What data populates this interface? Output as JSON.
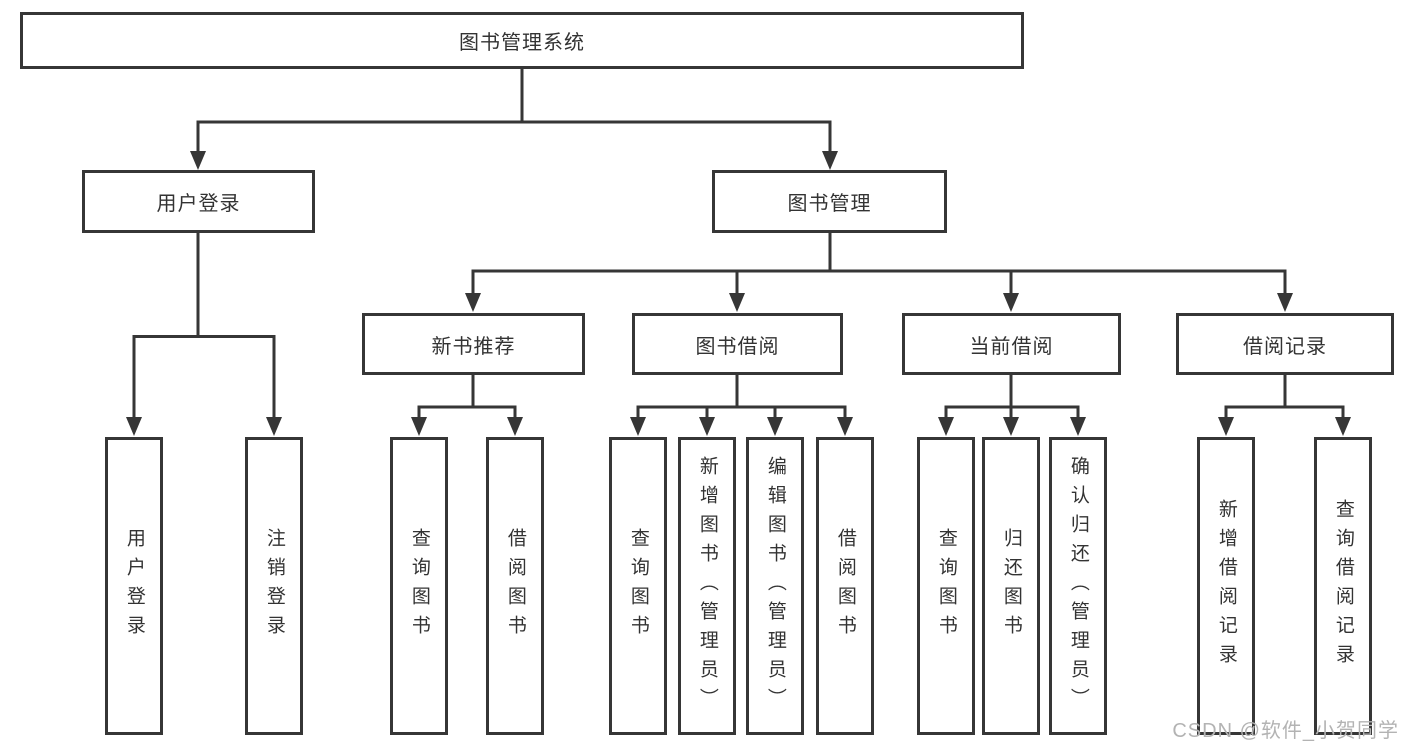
{
  "theme": {
    "line_color": "#363636",
    "text_color": "#333333",
    "watermark_color": "#b3b3b3",
    "background": "#ffffff"
  },
  "watermark": {
    "text": "CSDN @软件_小贺同学"
  },
  "tree": {
    "root": "图书管理系统",
    "branches": [
      {
        "label": "用户登录",
        "children": [
          "用户登录",
          "注销登录"
        ]
      },
      {
        "label": "图书管理",
        "sections": [
          {
            "label": "新书推荐",
            "children": [
              "查询图书",
              "借阅图书"
            ]
          },
          {
            "label": "图书借阅",
            "children": [
              "查询图书",
              "新增图书（管理员）",
              "编辑图书（管理员）",
              "借阅图书"
            ]
          },
          {
            "label": "当前借阅",
            "children": [
              "查询图书",
              "归还图书",
              "确认归还（管理员）"
            ]
          },
          {
            "label": "借阅记录",
            "children": [
              "新增借阅记录",
              "查询借阅记录"
            ]
          }
        ]
      }
    ]
  }
}
